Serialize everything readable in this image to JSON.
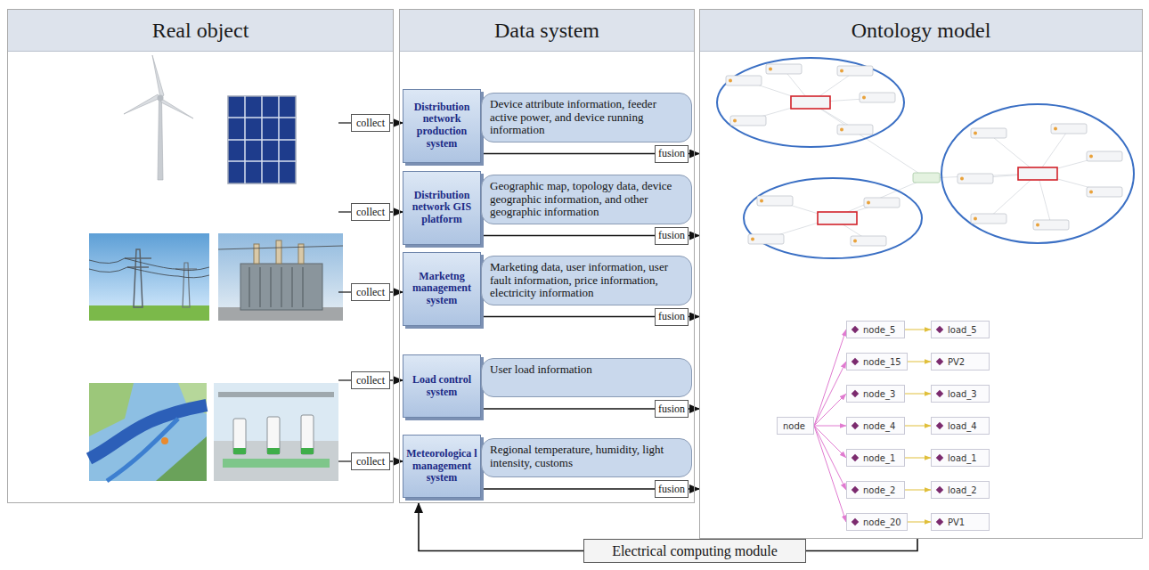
{
  "diagram": {
    "nodes": [
      {
        "text": [
          "Real object"
        ]
      },
      {
        "text": [
          "Data system"
        ]
      },
      {
        "text": [
          "Ontology model"
        ]
      },
      {
        "text": [
          "collect"
        ]
      },
      {
        "text": [
          "Distribution network production system"
        ],
        "in": 1
      },
      {
        "text": [
          "Device attribute information, feeder active power, and device running information"
        ],
        "in": 1
      },
      {
        "text": [
          "fusion"
        ],
        "in": 1
      },
      {
        "text": [
          "collect"
        ]
      },
      {
        "text": [
          "Distribution network GIS platform"
        ],
        "in": 1
      },
      {
        "text": [
          "Geographic map, topology data, device geographic information, and other geographic information"
        ],
        "in": 1
      },
      {
        "text": [
          "fusion"
        ],
        "in": 1
      },
      {
        "text": [
          "collect"
        ]
      },
      {
        "text": [
          "Marketng management system"
        ],
        "in": 1
      },
      {
        "text": [
          "Marketing data, user information, user fault information, price information, electricity information"
        ],
        "in": 1
      },
      {
        "text": [
          "fusion"
        ],
        "in": 1
      },
      {
        "text": [
          "collect"
        ]
      },
      {
        "text": [
          "Load control system"
        ],
        "in": 1
      },
      {
        "text": [
          "User load information"
        ],
        "in": 1
      },
      {
        "text": [
          "fusion"
        ],
        "in": 1
      },
      {
        "text": [
          "collect"
        ]
      },
      {
        "text": [
          "Meteorologica l management system"
        ],
        "in": 1
      },
      {
        "text": [
          "Regional temperature, humidity, light intensity, customs"
        ],
        "in": 1
      },
      {
        "text": [
          "fusion"
        ],
        "in": 1
      },
      {
        "text": [
          "node"
        ],
        "in": 2
      },
      {
        "text": [
          "node_5"
        ],
        "in": 2
      },
      {
        "text": [
          "node_15"
        ],
        "in": 2
      },
      {
        "text": [
          "node_3"
        ],
        "in": 2
      },
      {
        "text": [
          "node_4"
        ],
        "in": 2
      },
      {
        "text": [
          "node_1"
        ],
        "in": 2
      },
      {
        "text": [
          "node_2"
        ],
        "in": 2
      },
      {
        "text": [
          "node_20"
        ],
        "in": 2
      },
      {
        "text": [
          "load_5"
        ],
        "in": 2
      },
      {
        "text": [
          "PV2"
        ],
        "in": 2
      },
      {
        "text": [
          "load_3"
        ],
        "in": 2
      },
      {
        "text": [
          "load_4"
        ],
        "in": 2
      },
      {
        "text": [
          "load_1"
        ],
        "in": 2
      },
      {
        "text": [
          "load_2"
        ],
        "in": 2
      },
      {
        "text": [
          "PV1"
        ],
        "in": 2
      },
      {
        "text": [
          "Electrical computing module"
        ]
      }
    ],
    "edges": [
      {
        "from": 3,
        "to": 4,
        "arrow": "to"
      },
      {
        "from": 4,
        "to": 6,
        "arrow": "none"
      },
      {
        "from": 6,
        "to": 2,
        "arrow": "to"
      },
      {
        "from": 7,
        "to": 8,
        "arrow": "to"
      },
      {
        "from": 8,
        "to": 10,
        "arrow": "none"
      },
      {
        "from": 10,
        "to": 2,
        "arrow": "to"
      },
      {
        "from": 11,
        "to": 12,
        "arrow": "to"
      },
      {
        "from": 12,
        "to": 14,
        "arrow": "none"
      },
      {
        "from": 14,
        "to": 2,
        "arrow": "to"
      },
      {
        "from": 15,
        "to": 16,
        "arrow": "to"
      },
      {
        "from": 16,
        "to": 18,
        "arrow": "none"
      },
      {
        "from": 18,
        "to": 2,
        "arrow": "to"
      },
      {
        "from": 19,
        "to": 20,
        "arrow": "to"
      },
      {
        "from": 20,
        "to": 22,
        "arrow": "none"
      },
      {
        "from": 22,
        "to": 2,
        "arrow": "to"
      },
      {
        "from": 23,
        "to": 24,
        "arrow": "to"
      },
      {
        "from": 23,
        "to": 25,
        "arrow": "to"
      },
      {
        "from": 23,
        "to": 26,
        "arrow": "to"
      },
      {
        "from": 23,
        "to": 27,
        "arrow": "to"
      },
      {
        "from": 23,
        "to": 28,
        "arrow": "to"
      },
      {
        "from": 23,
        "to": 29,
        "arrow": "to"
      },
      {
        "from": 23,
        "to": 30,
        "arrow": "to"
      },
      {
        "from": 24,
        "to": 31,
        "arrow": "to"
      },
      {
        "from": 25,
        "to": 32,
        "arrow": "to"
      },
      {
        "from": 26,
        "to": 33,
        "arrow": "to"
      },
      {
        "from": 27,
        "to": 34,
        "arrow": "to"
      },
      {
        "from": 28,
        "to": 35,
        "arrow": "to"
      },
      {
        "from": 29,
        "to": 36,
        "arrow": "to"
      },
      {
        "from": 30,
        "to": 37,
        "arrow": "to"
      },
      {
        "from": 2,
        "to": 38,
        "arrow": "none"
      },
      {
        "from": 38,
        "to": 1,
        "arrow": "to"
      }
    ]
  }
}
